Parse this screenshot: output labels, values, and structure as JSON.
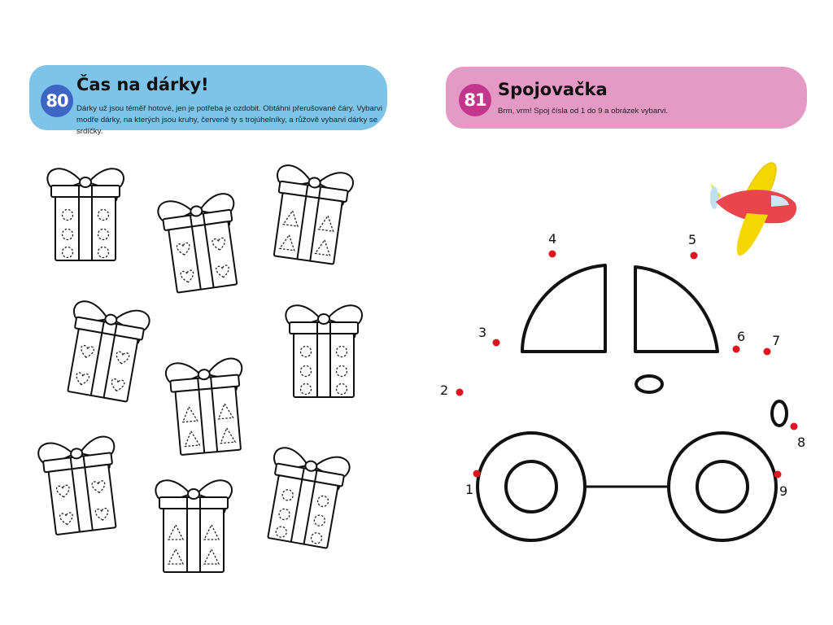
{
  "page_left": {
    "number": "80",
    "title": "Čas na dárky!",
    "description": "Dárky už jsou téměř hotové, jen je potřeba je ozdobit. Obtáhni přerušované čáry. Vybarvi modře dárky, na kterých jsou kruhy, červeně ty s trojúhelníky, a růžově vybarvi dárky se srdíčky."
  },
  "page_right": {
    "number": "81",
    "title": "Spojovačka",
    "description": "Brm, vrm! Spoj čísla od 1 do 9 a obrázek vybarvi.",
    "dots": [
      "1",
      "2",
      "3",
      "4",
      "5",
      "6",
      "7",
      "8",
      "9"
    ]
  },
  "colors": {
    "left_banner": "#7ec3e8",
    "right_banner": "#e49ac4",
    "left_badge": "#3d66c4",
    "right_badge": "#c2378c",
    "dot": "#e0141e",
    "plane_body": "#e8454c",
    "plane_wing": "#f4d600"
  },
  "icons": [
    "gift-icon",
    "car-outline",
    "airplane-icon"
  ]
}
